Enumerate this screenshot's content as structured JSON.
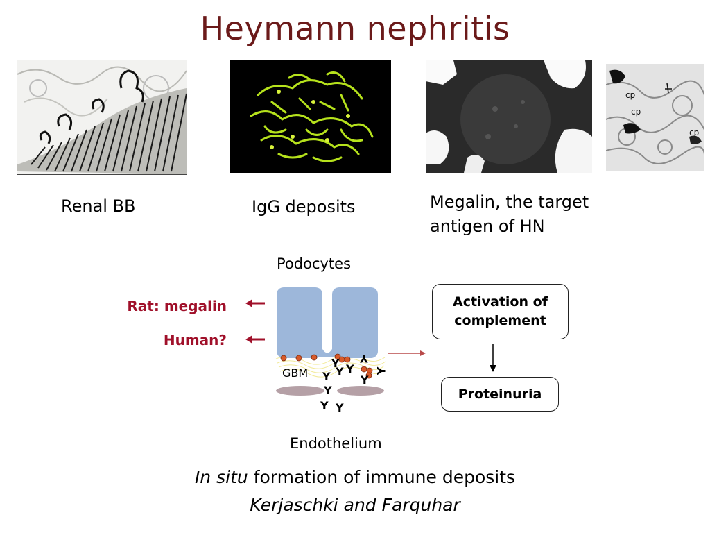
{
  "title": "Heymann nephritis",
  "photos": [
    {
      "caption": "Renal BB"
    },
    {
      "caption": "IgG deposits"
    },
    {
      "caption_lines": [
        "Megalin, the target",
        "antigen of HN"
      ]
    },
    {
      "labels": [
        "cp",
        "cp",
        "cp"
      ]
    }
  ],
  "diagram": {
    "podocytes_label": "Podocytes",
    "endothelium_label": "Endothelium",
    "gbm_label": "GBM",
    "antibody_glyph": "Y",
    "rat_label": "Rat: megalin",
    "human_label": "Human?",
    "activation_label_lines": [
      "Activation of",
      "complement"
    ],
    "proteinuria_label": "Proteinuria",
    "colors": {
      "podocyte": "#9db7da",
      "endothelium": "#b5a0a6",
      "deposit": "#d85a2a",
      "red_text": "#a0102a",
      "title": "#6b1a1a"
    }
  },
  "footer": {
    "line1_italic": "In situ",
    "line1_rest": " formation of immune deposits",
    "line2": "Kerjaschki and Farquhar"
  }
}
